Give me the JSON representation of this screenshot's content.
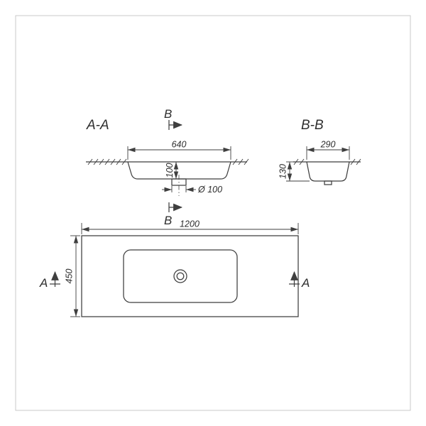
{
  "drawing": {
    "section_aa": {
      "label": "A-A",
      "dim_width": "640",
      "dim_depth": "100",
      "dim_drain": "Ø 100"
    },
    "section_bb": {
      "label": "B-B",
      "dim_width": "290",
      "dim_depth": "130"
    },
    "plan": {
      "dim_width": "1200",
      "dim_height": "450"
    },
    "markers": {
      "b_top": "B",
      "b_bottom": "B",
      "a_left": "A",
      "a_right": "A"
    },
    "colors": {
      "line": "#3f3f3f",
      "background": "#ffffff",
      "frame": "#c9c9c9"
    }
  }
}
